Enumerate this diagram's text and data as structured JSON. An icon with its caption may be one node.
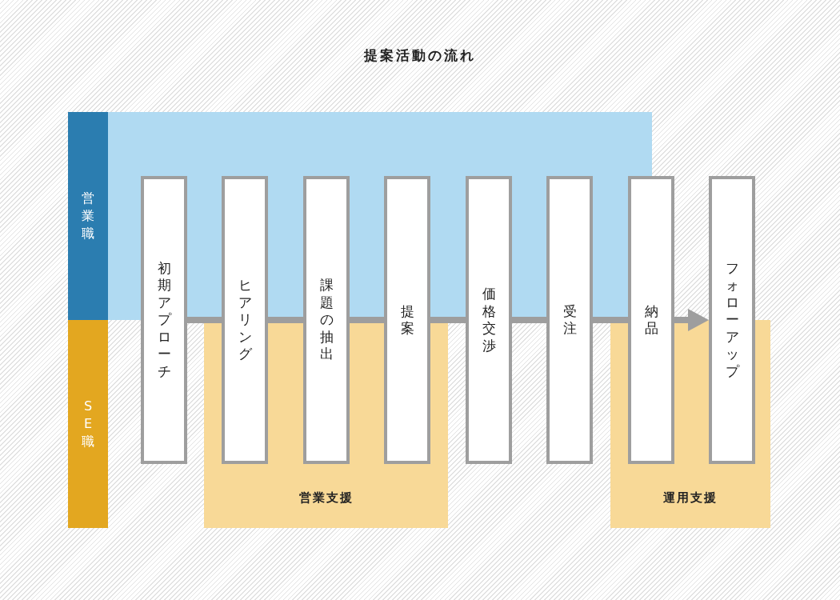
{
  "diagram": {
    "title": "提案活動の流れ",
    "nodes": [
      {
        "text": [
          "営業職"
        ]
      },
      {
        "text": [],
        "shape": "box"
      },
      {
        "text": [
          "初期アプローチ"
        ]
      },
      {
        "text": [
          "ヒアリング"
        ]
      },
      {
        "text": [
          "課題の抽出"
        ]
      },
      {
        "text": [
          "提案"
        ]
      },
      {
        "text": [
          "価格交渉"
        ]
      },
      {
        "text": [
          "受注"
        ]
      },
      {
        "text": [
          "納品"
        ]
      },
      {
        "text": [
          "フォローアップ"
        ]
      },
      {
        "text": [
          "SE職"
        ]
      },
      {
        "text": [
          "営業支援"
        ]
      },
      {
        "text": [
          "運用支援"
        ]
      }
    ],
    "edges": [
      {
        "from": 2,
        "to": 3,
        "arrow": "none"
      },
      {
        "from": 3,
        "to": 4,
        "arrow": "none"
      },
      {
        "from": 4,
        "to": 5,
        "arrow": "none"
      },
      {
        "from": 5,
        "to": 6,
        "arrow": "none"
      },
      {
        "from": 6,
        "to": 7,
        "arrow": "none"
      },
      {
        "from": 7,
        "to": 8,
        "arrow": "none"
      },
      {
        "from": 8,
        "to": 9,
        "arrow": "to"
      }
    ]
  }
}
